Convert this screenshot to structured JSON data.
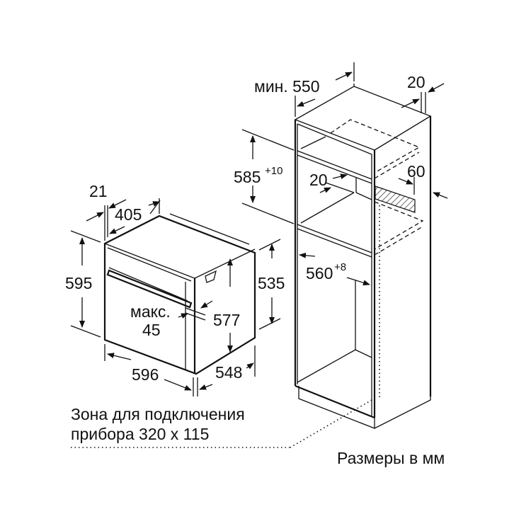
{
  "oven": {
    "dim_21": "21",
    "dim_405": "405",
    "dim_595": "595",
    "max_label": "макс.",
    "max_value": "45",
    "dim_577": "577",
    "dim_535": "535",
    "dim_596": "596",
    "dim_548": "548"
  },
  "cabinet": {
    "dim_min_550": "мин. 550",
    "dim_20_top": "20",
    "dim_585": "585",
    "dim_585_tol": "+10",
    "dim_20_inner": "20",
    "dim_60": "60",
    "dim_560": "560",
    "dim_560_tol": "+8"
  },
  "notes": {
    "connection_zone_line1": "Зона для подключения",
    "connection_zone_line2": "прибора 320 x 115",
    "units": "Размеры в мм"
  }
}
